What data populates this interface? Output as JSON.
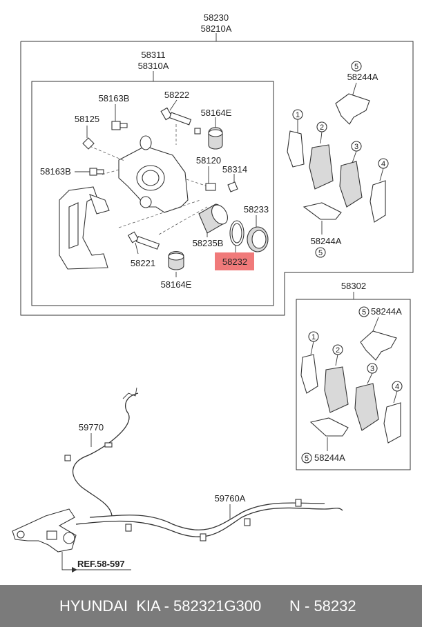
{
  "labels": {
    "assy_main": "58230",
    "assy_main_alt": "58210A",
    "caliper_assy": "58311",
    "caliper_assy_alt": "58310A",
    "bolt_upper": "58163B",
    "bolt_lower": "58163B",
    "bleeder": "58125",
    "guide_pin_upper": "58222",
    "boot_upper": "58164E",
    "cap": "58120",
    "clip": "58314",
    "seal": "58233",
    "piston": "58235B",
    "piston_seal": "58232",
    "guide_pin_lower": "58221",
    "boot_lower": "58164E",
    "clip_top": "58244A",
    "clip_bottom": "58244A",
    "pad_kit": "58302",
    "pad_kit_clip_top": "58244A",
    "pad_kit_clip_bottom": "58244A",
    "cable_left": "59770",
    "cable_right": "59760A",
    "ref": "REF.58-597"
  },
  "circle_numbers": {
    "c1": "1",
    "c2": "2",
    "c3": "3",
    "c4": "4",
    "c5": "5"
  },
  "highlight_color": "#f07a7a",
  "footer": {
    "brand": "HYUNDAI  KIA - 582321G300",
    "number": "N - 58232"
  }
}
